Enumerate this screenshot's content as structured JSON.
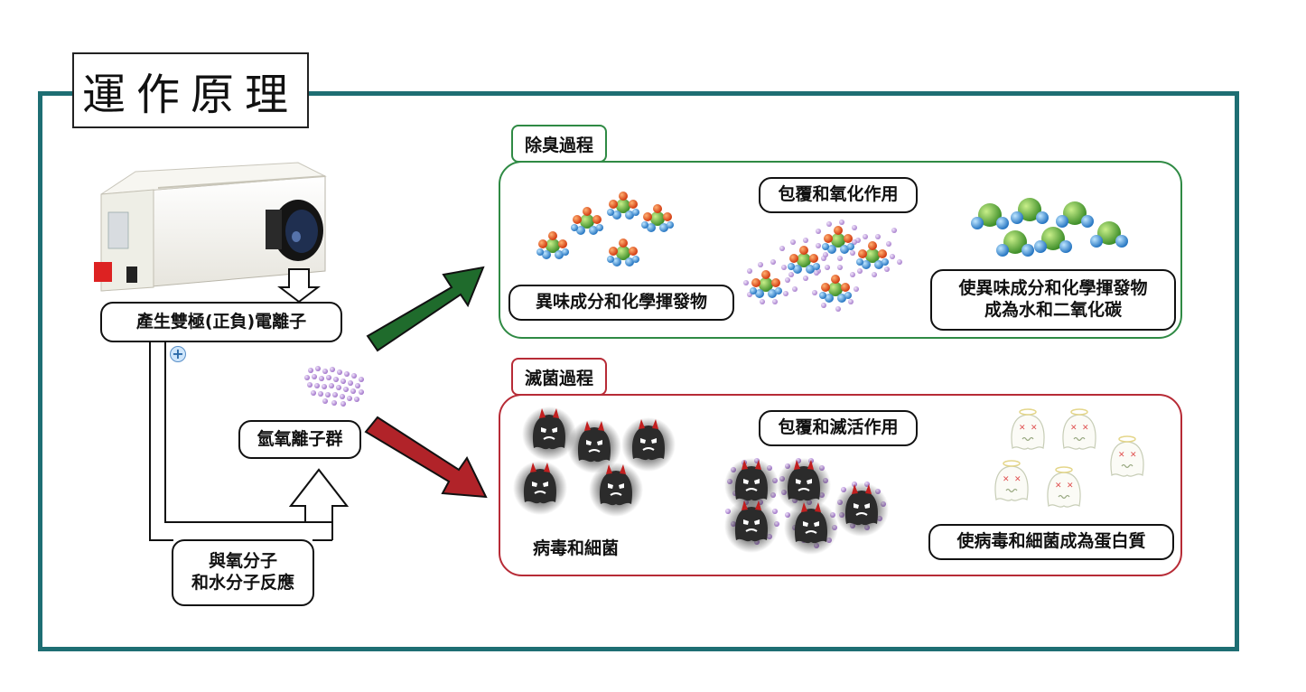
{
  "title": "運作原理",
  "device_label": "產生雙極(正負)電離子",
  "ion_cluster_label": "氫氧離子群",
  "reaction_label_line1": "與氧分子",
  "reaction_label_line2": "和水分子反應",
  "plus_symbol": "+",
  "deodorize": {
    "heading": "除臭過程",
    "input_label": "異味成分和化學揮發物",
    "process_label": "包覆和氧化作用",
    "output_line1": "使異味成分和化學揮發物",
    "output_line2": "成為水和二氧化碳"
  },
  "sterilize": {
    "heading": "滅菌過程",
    "input_label": "病毒和細菌",
    "process_label": "包覆和滅活作用",
    "output_label": "使病毒和細菌成為蛋白質"
  },
  "colors": {
    "frame": "#1e6e73",
    "green_arrow": "#1f6b2c",
    "red_arrow": "#b12329",
    "green_border": "#2f8a44",
    "red_border": "#b72b36",
    "ion_purple": "#b48ad6"
  }
}
